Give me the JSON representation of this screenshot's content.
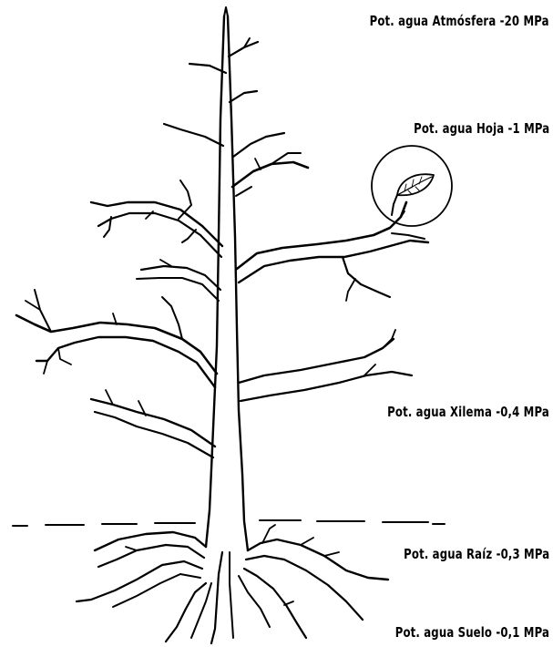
{
  "labels": {
    "atmosphere": "Pot. agua Atmósfera -20 MPa",
    "leaf": "Pot. agua Hoja -1 MPa",
    "xylem": "Pot. agua Xilema -0,4 MPa",
    "root": "Pot. agua Raíz -0,3 MPa",
    "soil": "Pot. agua Suelo -0,1 MPa"
  },
  "colors": {
    "ink": "#000000",
    "background": "#ffffff"
  }
}
